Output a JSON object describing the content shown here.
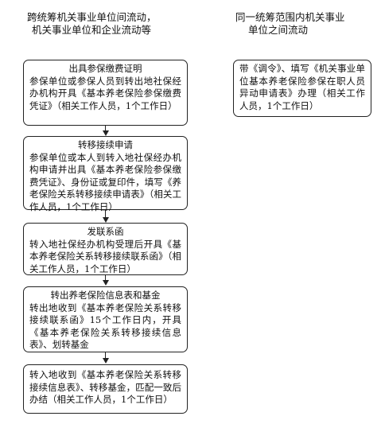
{
  "headers": {
    "left_line1": "跨统筹机关事业单位间流动，",
    "left_line2": "机关事业单位和企业流动等",
    "right_line1": "同一统筹范围内机关事业",
    "right_line2": "单位之间流动"
  },
  "steps": [
    {
      "title": "出具参保缴费证明",
      "body": "参保单位或参保人员到转出地社保经办机构开具《基本养老保险参保缴费凭证》（相关工作人员，1个工作日）"
    },
    {
      "title": "转移接续申请",
      "body": "参保单位或本人到转入地社保经办机构申请并出具《基本养老保险参保缴费凭证》、身份证或复印件，填写《养老保险关系转移接续申请表》（相关工作人员，1个工作日）"
    },
    {
      "title": "发联系函",
      "body": "转入地社保经办机构受理后开具《基本养老保险关系转移接续联系函》（相关工作人员，1个工作日）"
    },
    {
      "title": "转出养老保险信息表和基金",
      "body": "转出地收到《基本养老保险关系转移接续联系函》15个工作日内，开具《基本养老保险关系转移接续信息表》、划转基金"
    },
    {
      "title": "",
      "body": "转入地收到《基本养老保险关系转移接续信息表》、转移基金，匹配一致后办结（相关工作人员，1个工作日）"
    }
  ],
  "side_box": {
    "body": "带《调令》、填写《机关事业单位基本养老保险参保在职人员异动申请表》办理（相关工作人员，1个工作日）"
  }
}
